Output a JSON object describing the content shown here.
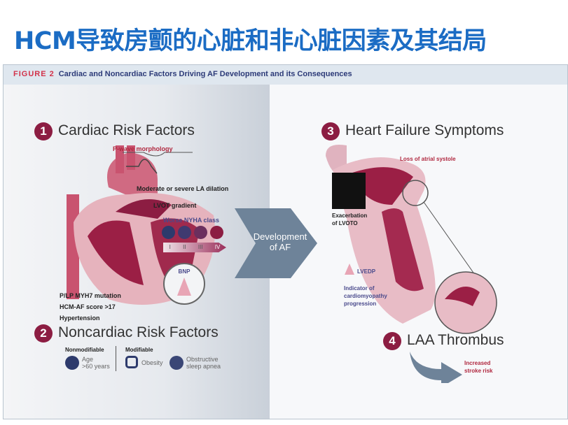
{
  "slide_title": "HCM导致房颤的心脏和非心脏因素及其结局",
  "figure": {
    "label": "FIGURE 2",
    "caption": "Cardiac and Noncardiac Factors Driving AF Development and its Consequences"
  },
  "section1": {
    "number": "1",
    "title": "Cardiac Risk Factors",
    "p_wave": "P-wave morphology",
    "la_dilation": "Moderate or severe LA dilation",
    "lvot": "LVOT gradient",
    "nyha": "Worse NYHA class",
    "nyha_classes": [
      "I",
      "II",
      "III",
      "IV"
    ],
    "bnp": "BNP",
    "factors": [
      "P/LP MYH7 mutation",
      "HCM-AF score >17",
      "Hypertension"
    ]
  },
  "section2": {
    "number": "2",
    "title": "Noncardiac Risk Factors",
    "nonmod_label": "Nonmodifiable",
    "mod_label": "Modifiable",
    "age": "Age",
    "age2": ">60 years",
    "obesity": "Obesity",
    "osa1": "Obstructive",
    "osa2": "sleep apnea"
  },
  "center": {
    "line1": "Development",
    "line2": "of AF"
  },
  "section3": {
    "number": "3",
    "title": "Heart Failure Symptoms",
    "atrial": "Loss of atrial systole",
    "lvoto1": "Exacerbation",
    "lvoto2": "of LVOTO",
    "lvedp": "LVEDP",
    "ind1": "Indicator of",
    "ind2": "cardiomyopathy",
    "ind3": "progression"
  },
  "section4": {
    "number": "4",
    "title": "LAA Thrombus",
    "risk1": "Increased",
    "risk2": "stroke risk"
  }
}
